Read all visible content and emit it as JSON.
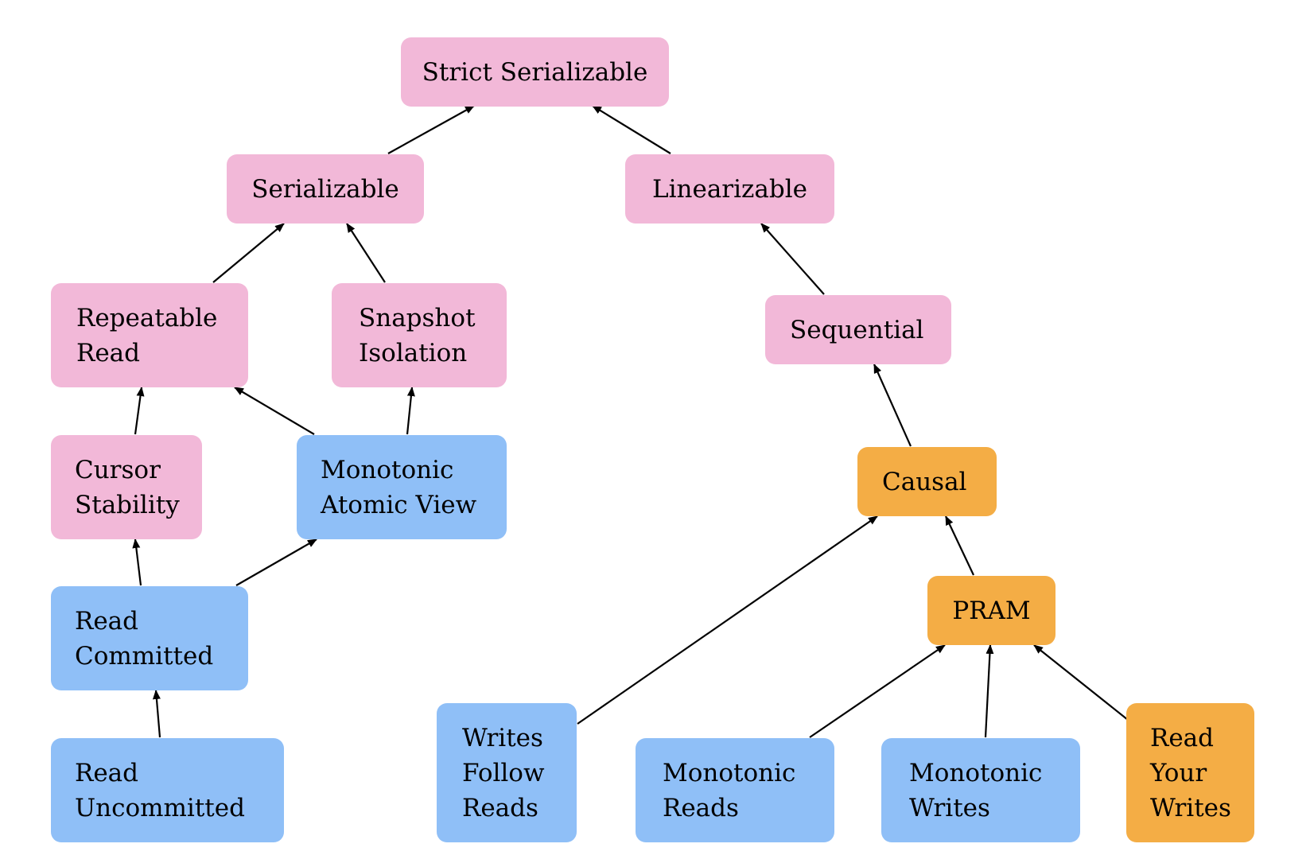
{
  "colors": {
    "pink": "#f2b8d8",
    "blue": "#8fbff7",
    "orange": "#f4ad45",
    "arrow": "#000000"
  },
  "nodes": {
    "strict_serializable": {
      "lines": [
        "Strict Serializable"
      ],
      "color": "pink"
    },
    "serializable": {
      "lines": [
        "Serializable"
      ],
      "color": "pink"
    },
    "linearizable": {
      "lines": [
        "Linearizable"
      ],
      "color": "pink"
    },
    "repeatable_read": {
      "lines": [
        "Repeatable",
        "Read"
      ],
      "color": "pink"
    },
    "snapshot_isolation": {
      "lines": [
        "Snapshot",
        "Isolation"
      ],
      "color": "pink"
    },
    "sequential": {
      "lines": [
        "Sequential"
      ],
      "color": "pink"
    },
    "cursor_stability": {
      "lines": [
        "Cursor",
        "Stability"
      ],
      "color": "pink"
    },
    "monotonic_atomic_view": {
      "lines": [
        "Monotonic",
        "Atomic View"
      ],
      "color": "blue"
    },
    "causal": {
      "lines": [
        "Causal"
      ],
      "color": "orange"
    },
    "read_committed": {
      "lines": [
        "Read",
        "Committed"
      ],
      "color": "blue"
    },
    "pram": {
      "lines": [
        "PRAM"
      ],
      "color": "orange"
    },
    "read_uncommitted": {
      "lines": [
        "Read",
        "Uncommitted"
      ],
      "color": "blue"
    },
    "writes_follow_reads": {
      "lines": [
        "Writes",
        "Follow",
        "Reads"
      ],
      "color": "blue"
    },
    "monotonic_reads": {
      "lines": [
        "Monotonic",
        "Reads"
      ],
      "color": "blue"
    },
    "monotonic_writes": {
      "lines": [
        "Monotonic",
        "Writes"
      ],
      "color": "blue"
    },
    "read_your_writes": {
      "lines": [
        "Read",
        "Your",
        "Writes"
      ],
      "color": "orange"
    }
  },
  "edges": [
    {
      "from": "serializable",
      "to": "strict_serializable"
    },
    {
      "from": "linearizable",
      "to": "strict_serializable"
    },
    {
      "from": "repeatable_read",
      "to": "serializable"
    },
    {
      "from": "snapshot_isolation",
      "to": "serializable"
    },
    {
      "from": "sequential",
      "to": "linearizable"
    },
    {
      "from": "cursor_stability",
      "to": "repeatable_read"
    },
    {
      "from": "monotonic_atomic_view",
      "to": "repeatable_read"
    },
    {
      "from": "monotonic_atomic_view",
      "to": "snapshot_isolation"
    },
    {
      "from": "causal",
      "to": "sequential"
    },
    {
      "from": "read_committed",
      "to": "cursor_stability"
    },
    {
      "from": "read_committed",
      "to": "monotonic_atomic_view"
    },
    {
      "from": "read_uncommitted",
      "to": "read_committed"
    },
    {
      "from": "pram",
      "to": "causal"
    },
    {
      "from": "writes_follow_reads",
      "to": "causal"
    },
    {
      "from": "monotonic_reads",
      "to": "pram"
    },
    {
      "from": "monotonic_writes",
      "to": "pram"
    },
    {
      "from": "read_your_writes",
      "to": "pram"
    }
  ]
}
